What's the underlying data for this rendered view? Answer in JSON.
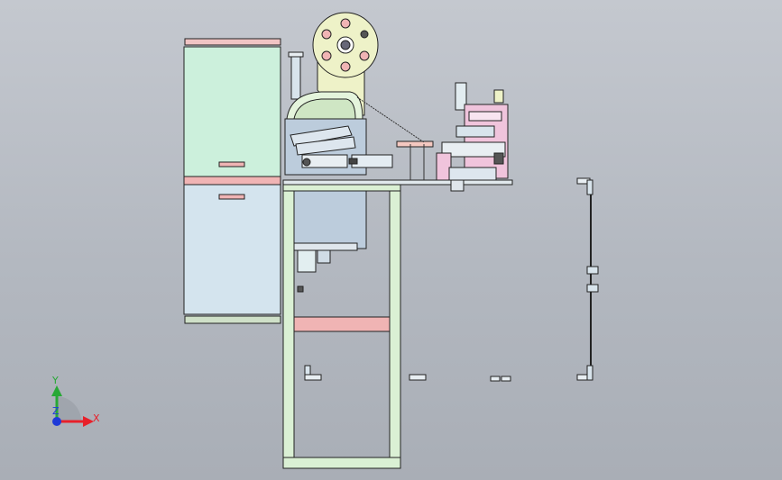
{
  "triad": {
    "x_label": "X",
    "y_label": "Y",
    "z_label": "Z",
    "x_color": "#e8202a",
    "y_color": "#28a836",
    "z_color": "#1e3ad8"
  },
  "palette": {
    "cabinet_green": "#ccf0dc",
    "cabinet_blue": "#d4e4ee",
    "frame_green": "#daf0d4",
    "accent_pink": "#f0b4b4",
    "reel_yellow": "#eef2c8",
    "steel_blue": "#bcccdc",
    "pink_module": "#f0c4dc"
  }
}
